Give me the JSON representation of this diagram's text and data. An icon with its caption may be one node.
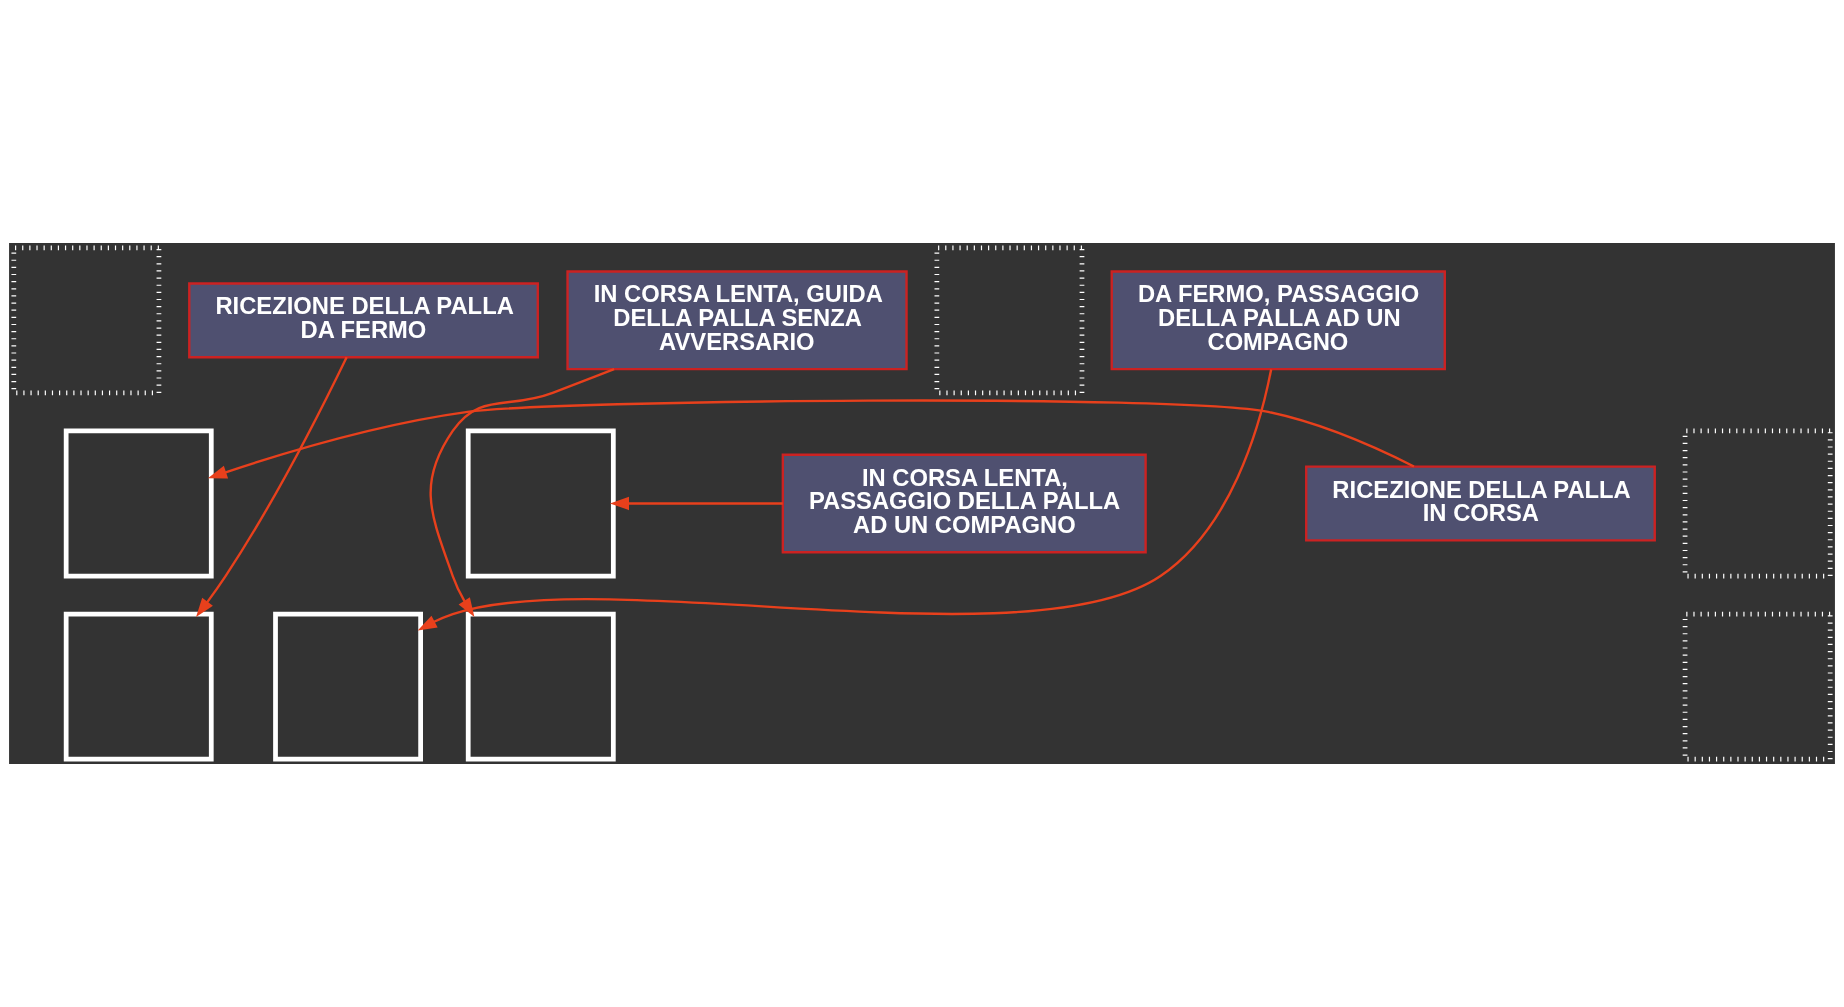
{
  "diagram": {
    "nodes": [
      {
        "text": [],
        "shape": "box"
      },
      {
        "text": [],
        "shape": "box"
      },
      {
        "text": [
          "RICEZIONE DELLA PALLA IN CORSA"
        ]
      },
      {
        "text": [],
        "shape": "box"
      },
      {
        "text": [],
        "shape": "box"
      },
      {
        "text": [],
        "shape": "box"
      },
      {
        "text": [
          "IN CORSA LENTA, PASSAGGIO DELLA PALLA AD UN COMPAGNO"
        ]
      },
      {
        "text": [],
        "shape": "box"
      },
      {
        "text": [],
        "shape": "box"
      },
      {
        "text": [],
        "shape": "box"
      },
      {
        "text": [],
        "shape": "box"
      },
      {
        "text": [
          "RICEZIONE DELLA PALLA DA FERMO"
        ]
      },
      {
        "text": [
          "DA FERMO, PASSAGGIO DELLA PALLA AD UN COMPAGNO"
        ]
      },
      {
        "text": [
          "IN CORSA LENTA, GUIDA DELLA PALLA SENZA AVVERSARIO"
        ]
      }
    ],
    "edges": [
      {
        "from": 2,
        "to": 3,
        "arrow": "to"
      },
      {
        "from": 6,
        "to": 4,
        "arrow": "to"
      },
      {
        "from": 11,
        "to": 7,
        "arrow": "to"
      },
      {
        "from": 12,
        "to": 8,
        "arrow": "to"
      },
      {
        "from": 13,
        "to": 9,
        "arrow": "to"
      }
    ]
  }
}
